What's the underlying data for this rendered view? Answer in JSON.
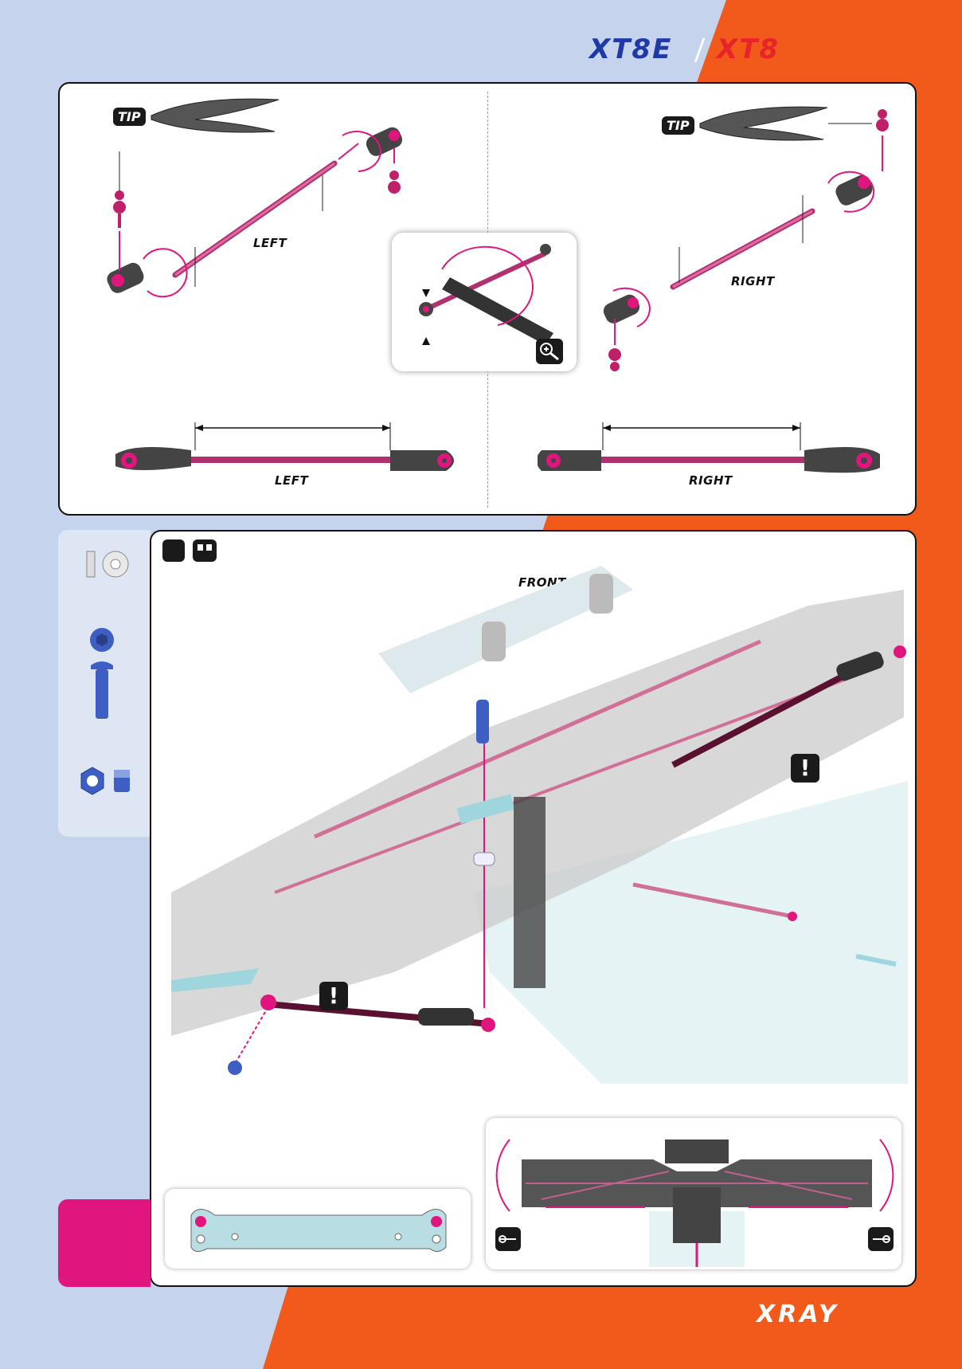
{
  "header": {
    "brand_left": "XT8E",
    "brand_right": "XT8",
    "brand_left_color": "#1f3aa6",
    "brand_right_color": "#e8242b"
  },
  "top_panel": {
    "left": {
      "tip_label": "TIP",
      "rod_label": "LEFT",
      "bottom_label": "LEFT"
    },
    "right": {
      "tip_label": "TIP",
      "rod_label": "RIGHT",
      "bottom_label": "RIGHT"
    },
    "zoom_icon": "zoom-in-icon"
  },
  "main_panel": {
    "front_label": "FRONT",
    "warning_symbol": "!"
  },
  "parts_sidebar": {
    "icons": [
      "washer-icon",
      "button-head-screw-icon",
      "nylon-nut-icon"
    ]
  },
  "footer": {
    "logo": "XRAY"
  },
  "colors": {
    "accent_pink": "#e0157e",
    "background_blue": "#c5d3ec",
    "accent_orange": "#f15a1b"
  }
}
